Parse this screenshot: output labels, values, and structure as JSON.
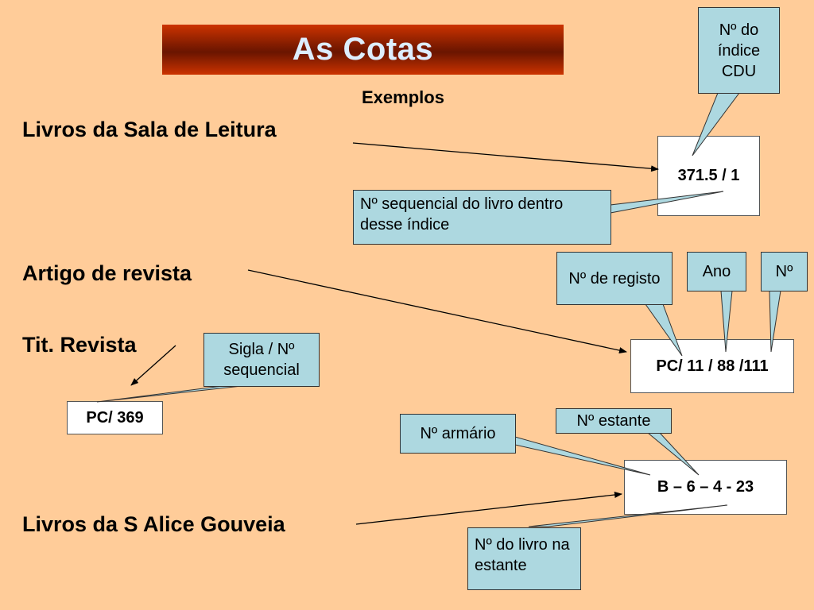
{
  "title": "As Cotas",
  "subtitle": "Exemplos",
  "headings": {
    "sala_leitura": "Livros da Sala de Leitura",
    "artigo_revista": "Artigo de revista",
    "tit_revista": "Tit. Revista",
    "s_alice": "Livros da S Alice Gouveia"
  },
  "codes": {
    "cdu": "371.5 / 1",
    "registo": "PC/ 11 / 88 /111",
    "revista": "PC/ 369",
    "armario": "B – 6 – 4 - 23"
  },
  "callouts": {
    "indice_cdu": "Nº do índice CDU",
    "sequencial_livro": "Nº sequencial do livro dentro desse índice",
    "n_registo": "Nº de registo",
    "ano": "Ano",
    "numero": "Nº",
    "sigla": "Sigla / Nº sequencial",
    "armario": "Nº armário",
    "estante": "Nº estante",
    "livro_estante": "Nº do livro na estante"
  },
  "colors": {
    "background": "#FFCC99",
    "title_bar": "#7A1A00",
    "title_text": "#DDEEFF",
    "callout": "#ADD8E0",
    "box": "#FFFFFF"
  }
}
